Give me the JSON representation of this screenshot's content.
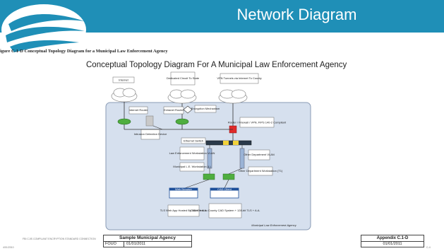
{
  "slide": {
    "title": "Network Diagram",
    "colors": {
      "header": "#1f8fb7",
      "logo_bg": "#ffffff",
      "logo_stripes": "#1f8fb7"
    }
  },
  "figure": {
    "caption": "igure C-1-D   Conceptual Topology Diagram for a Municipal Law Enforcement Agency",
    "title": "Conceptual Topology Diagram For A Municipal Law Enforcement Agency",
    "clouds": {
      "internet": "Internet",
      "dedicated": "Dedicated Circuit To State",
      "vpn": "VPN Tunnels via Internet To County"
    },
    "labels": {
      "internet_router": "Internet Router",
      "extranet_router": "Extranet Router",
      "encryption": "Encryption Mechanism",
      "router_firewall": "Router / Firewall / VPN, FIPS 140-2 Compliant",
      "ids": "Intrusion Detection Device",
      "ethernet_switch": "Ethernet Switch",
      "le_workstation": "Law Enforcement Workstation VLAN",
      "other_dept_vlan": "Other Department VLAN",
      "municipal_le": "Municipal L.E. Workstation (L)",
      "other_dept_ws": "Other Department Workstation (T1)",
      "web_browser": "Web Browser",
      "cad_client": "CAD Client",
      "tls_app": "TLS Web App Hosted By State + A.A.",
      "cad_conn": "CAD Client to County CAD System + 128-bit TLS + A.A.",
      "agency_label": "Municipal Law Enforcement Agency"
    },
    "legend_text": "FBI CJIS COMPLIANT ENCRYPTION   STANDARD CONNECTION"
  },
  "footer": {
    "org_name": "Sample Municipal Agency",
    "fouo": "FOUO",
    "date_left": "01/01/2011",
    "appendix": "Appendix C.1-D",
    "date_right": "01/01/2011",
    "doc_id": "4/01/2010",
    "page": "C-4"
  }
}
